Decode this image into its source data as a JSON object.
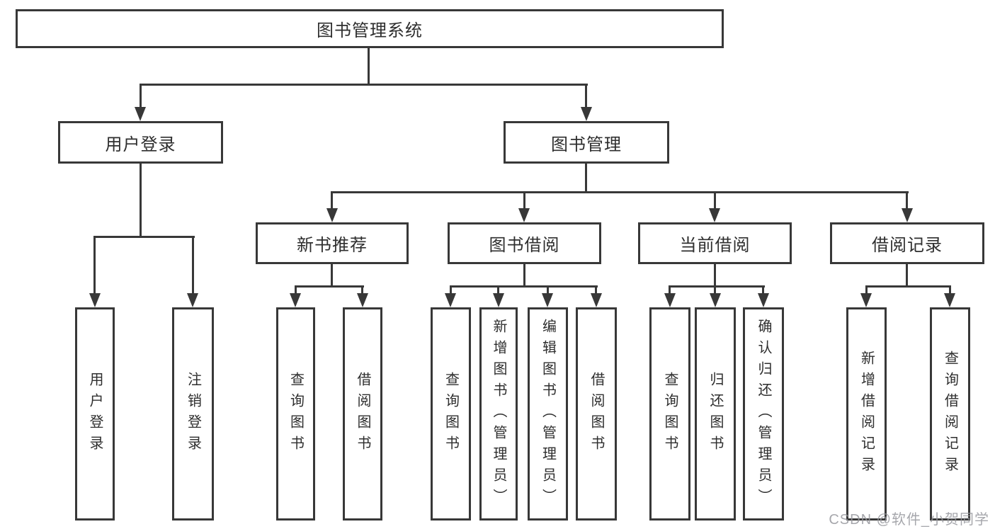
{
  "diagram": {
    "colors": {
      "line": "#383838",
      "text": "#2e2e2e",
      "background": "#ffffff",
      "watermark": "#b5b5b8"
    },
    "tree": {
      "root": {
        "label": "图书管理系统"
      },
      "branches": [
        {
          "label": "用户登录",
          "children": [
            {
              "label": "用户登录"
            },
            {
              "label": "注销登录"
            }
          ]
        },
        {
          "label": "图书管理",
          "groups": [
            {
              "label": "新书推荐",
              "children": [
                {
                  "label": "查询图书"
                },
                {
                  "label": "借阅图书"
                }
              ]
            },
            {
              "label": "图书借阅",
              "children": [
                {
                  "label": "查询图书"
                },
                {
                  "label": "新增图书（管理员）"
                },
                {
                  "label": "编辑图书（管理员）"
                },
                {
                  "label": "借阅图书"
                }
              ]
            },
            {
              "label": "当前借阅",
              "children": [
                {
                  "label": "查询图书"
                },
                {
                  "label": "归还图书"
                },
                {
                  "label": "确认归还（管理员）"
                }
              ]
            },
            {
              "label": "借阅记录",
              "children": [
                {
                  "label": "新增借阅记录"
                },
                {
                  "label": "查询借阅记录"
                }
              ]
            }
          ]
        }
      ]
    },
    "watermark": {
      "text": "CSDN @软件_小贺同学"
    }
  }
}
